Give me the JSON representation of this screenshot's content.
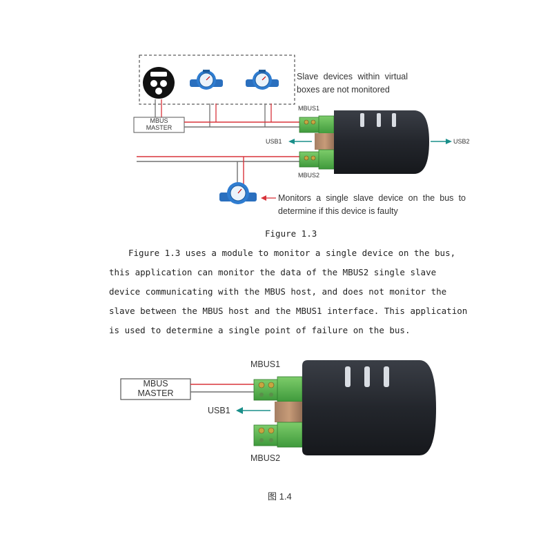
{
  "figure13": {
    "note_virtual_line1": "Slave devices within virtual",
    "note_virtual_line2": "boxes are not monitored",
    "mbus1_label": "MBUS1",
    "mbus2_label": "MBUS2",
    "master_line1": "MBUS",
    "master_line2": "MASTER",
    "usb1_label": "USB1",
    "usb2_label": "USB2",
    "note_single_line1": "Monitors a single slave device on the bus to",
    "note_single_line2": "determine if this device is faulty",
    "caption": "Figure 1.3"
  },
  "paragraph": {
    "line1": "Figure 1.3 uses a module to monitor a single device on the bus,",
    "line2": "this application can monitor the data of the MBUS2 single slave",
    "line3": "device communicating with the MBUS host, and does not monitor the",
    "line4": "slave between the MBUS host and the MBUS1 interface. This application",
    "line5": "is used to determine a single point of failure on the bus."
  },
  "figure14": {
    "mbus1_label": "MBUS1",
    "mbus2_label": "MBUS2",
    "master_line1": "MBUS",
    "master_line2": "MASTER",
    "usb1_label": "USB1",
    "caption": "图 1.4"
  },
  "colors": {
    "wire_red": "#d8333a",
    "wire_gray": "#707070",
    "arrow_teal": "#1a8f8a",
    "connector_green": "#5ab552",
    "device_body": "#2a2d33",
    "meter_blue": "#2a6fbe"
  }
}
